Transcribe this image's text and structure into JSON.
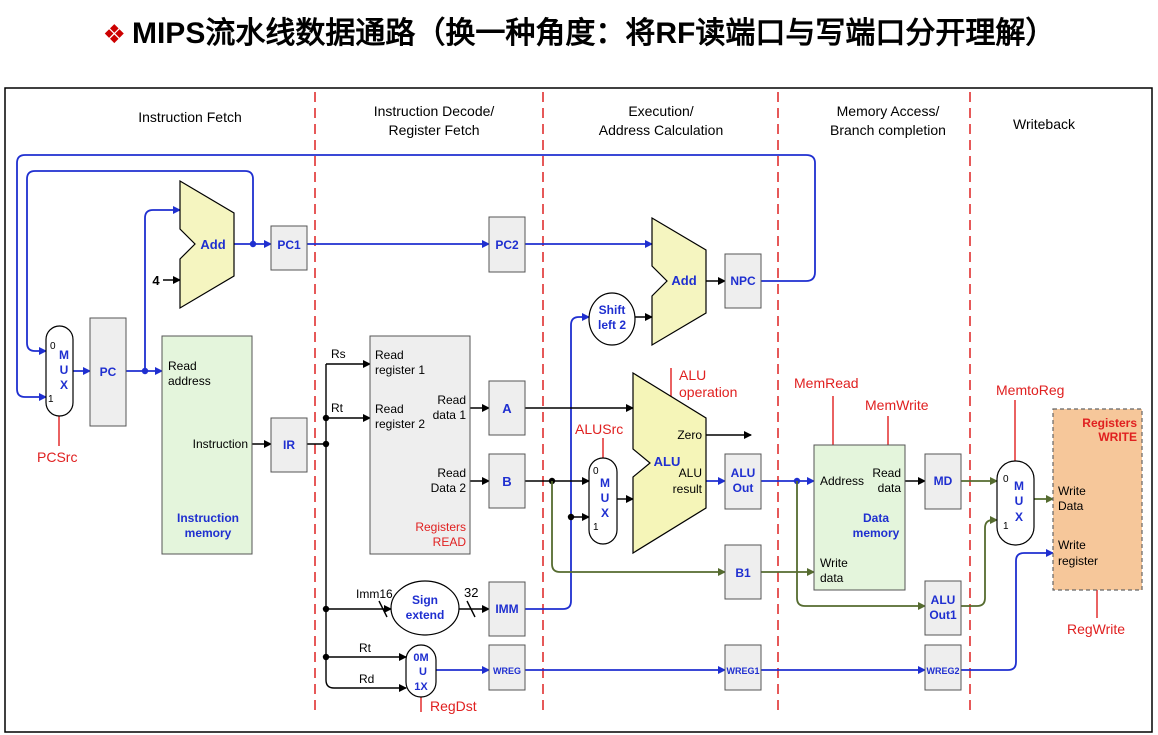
{
  "title": "MIPS流水线数据通路（换一种角度：将RF读端口与写端口分开理解）",
  "bullet": "❖",
  "stages": {
    "fetch": "Instruction Fetch",
    "decode_1": "Instruction Decode/",
    "decode_2": "Register Fetch",
    "exec_1": "Execution/",
    "exec_2": "Address Calculation",
    "mem_1": "Memory Access/",
    "mem_2": "Branch completion",
    "wb": "Writeback"
  },
  "blocks": {
    "add_pc": "Add",
    "const4": "4",
    "pc1": "PC1",
    "pc2": "PC2",
    "add_branch": "Add",
    "npc": "NPC",
    "shift_1": "Shift",
    "shift_2": "left 2",
    "mux_letters": [
      "M",
      "U",
      "X"
    ],
    "mux_in0": "0",
    "mux_in1": "1",
    "pc": "PC",
    "imem_read_1": "Read",
    "imem_read_2": "address",
    "imem_instr": "Instruction",
    "imem_name_1": "Instruction",
    "imem_name_2": "memory",
    "ir": "IR",
    "rs": "Rs",
    "rt": "Rt",
    "rt2": "Rt",
    "rd": "Rd",
    "reg_read1_1": "Read",
    "reg_read1_2": "register 1",
    "reg_read2_1": "Read",
    "reg_read2_2": "register 2",
    "reg_data1_1": "Read",
    "reg_data1_2": "data 1",
    "reg_data2_1": "Read",
    "reg_data2_2": "Data 2",
    "reg_name_1": "Registers",
    "reg_name_2": "READ",
    "a": "A",
    "b": "B",
    "imm16": "Imm16",
    "imm32": "32",
    "sign_1": "Sign",
    "sign_2": "extend",
    "imm": "IMM",
    "regdst_mux_0": "0M",
    "regdst_mux_u": "U",
    "regdst_mux_1": "1X",
    "wreg": "WREG",
    "wreg1": "WREG1",
    "wreg2": "WREG2",
    "alu": "ALU",
    "alu_zero": "Zero",
    "alu_result_1": "ALU",
    "alu_result_2": "result",
    "alu_out_1": "ALU",
    "alu_out_2": "Out",
    "b1": "B1",
    "dmem_addr": "Address",
    "dmem_read_1": "Read",
    "dmem_read_2": "data",
    "dmem_write_1": "Write",
    "dmem_write_2": "data",
    "dmem_name_1": "Data",
    "dmem_name_2": "memory",
    "md": "MD",
    "alu_out1_1": "ALU",
    "alu_out1_2": "Out1",
    "regw_name_1": "Registers",
    "regw_name_2": "WRITE",
    "regw_data_1": "Write",
    "regw_data_2": "Data",
    "regw_reg_1": "Write",
    "regw_reg_2": "register"
  },
  "controls": {
    "pcsrc": "PCSrc",
    "alu_op_1": "ALU",
    "alu_op_2": "operation",
    "alusrc": "ALUSrc",
    "memread": "MemRead",
    "memwrite": "MemWrite",
    "memtoreg": "MemtoReg",
    "regwrite": "RegWrite",
    "regdst": "RegDst"
  },
  "colors": {
    "stage_divider": "#e03030",
    "wire_blue": "#1f2fd0",
    "wire_black": "#000000",
    "wire_olive": "#556b2f",
    "control_red": "#e02020",
    "block_label_blue": "#1f2fd0",
    "adder_fill": "#f5f5c0",
    "alu_fill": "#f5f5b8",
    "memory_fill": "#e4f5dc",
    "register_fill": "#eeeeee",
    "regwrite_fill": "#f6c79a"
  }
}
